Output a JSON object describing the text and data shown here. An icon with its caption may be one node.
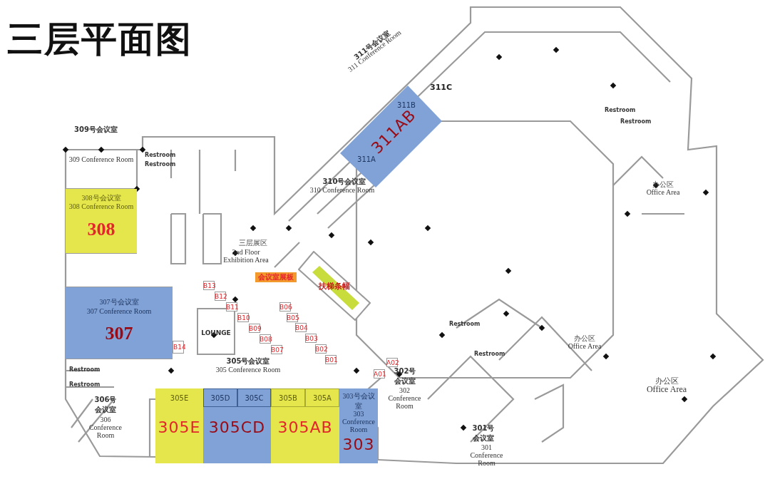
{
  "diagram": {
    "title": "三层平面图",
    "nodes": [
      {
        "text": [
          "309号会议室",
          "309 Conference Room"
        ]
      },
      {
        "text": [
          "308号会议室",
          "308 Conference Room",
          "308"
        ]
      },
      {
        "text": [
          "307号会议室",
          "307 Conference Room",
          "307"
        ]
      },
      {
        "text": [
          "B14"
        ]
      },
      {
        "text": [
          "LOUNGE"
        ]
      },
      {
        "text": [
          "B13"
        ]
      },
      {
        "text": [
          "B12"
        ]
      },
      {
        "text": [
          "B11"
        ]
      },
      {
        "text": [
          "B10"
        ]
      },
      {
        "text": [
          "B09"
        ]
      },
      {
        "text": [
          "B08"
        ]
      },
      {
        "text": [
          "B07"
        ]
      },
      {
        "text": [
          "B06"
        ]
      },
      {
        "text": [
          "B05"
        ]
      },
      {
        "text": [
          "B04"
        ]
      },
      {
        "text": [
          "B03"
        ]
      },
      {
        "text": [
          "B02"
        ]
      },
      {
        "text": [
          "B01"
        ]
      },
      {
        "text": [
          "会议室展板"
        ]
      },
      {
        "text": [
          "扶梯条幅"
        ]
      },
      {
        "text": [
          "311A",
          "311B",
          "311AB"
        ]
      },
      {
        "text": [
          "305号会议室",
          "305 Conference Room"
        ]
      },
      {
        "text": [
          "305E",
          "305E"
        ],
        "in": 21
      },
      {
        "text": [
          "305CD"
        ],
        "in": 21
      },
      {
        "text": [
          "305D"
        ],
        "in": 23
      },
      {
        "text": [
          "305C"
        ],
        "in": 23
      },
      {
        "text": [
          "305AB"
        ],
        "in": 21
      },
      {
        "text": [
          "305B"
        ],
        "in": 26
      },
      {
        "text": [
          "305A"
        ],
        "in": 26
      },
      {
        "text": [
          "303号会议室",
          "303 Conference Room",
          "303"
        ]
      },
      {
        "text": [
          "A01"
        ]
      },
      {
        "text": [
          "A02"
        ]
      }
    ],
    "labels": [
      "Restroom",
      "Restroom",
      "311号会议室",
      "311 Conference Room",
      "311C",
      "Restroom",
      "Restroom",
      "310号会议室",
      "310 Conference Room",
      "办公区",
      "Office Area",
      "三层展区",
      "3nd Floor Exhibition Area",
      "Restroom",
      "办公区",
      "Office Area",
      "Restroom",
      "Restroom",
      "Restroom",
      "302号会议室",
      "302 Conference Room",
      "办公区",
      "Office Area",
      "306号会议室",
      "306 Conference Room",
      "301号会议室",
      "301 Conference Room"
    ]
  }
}
